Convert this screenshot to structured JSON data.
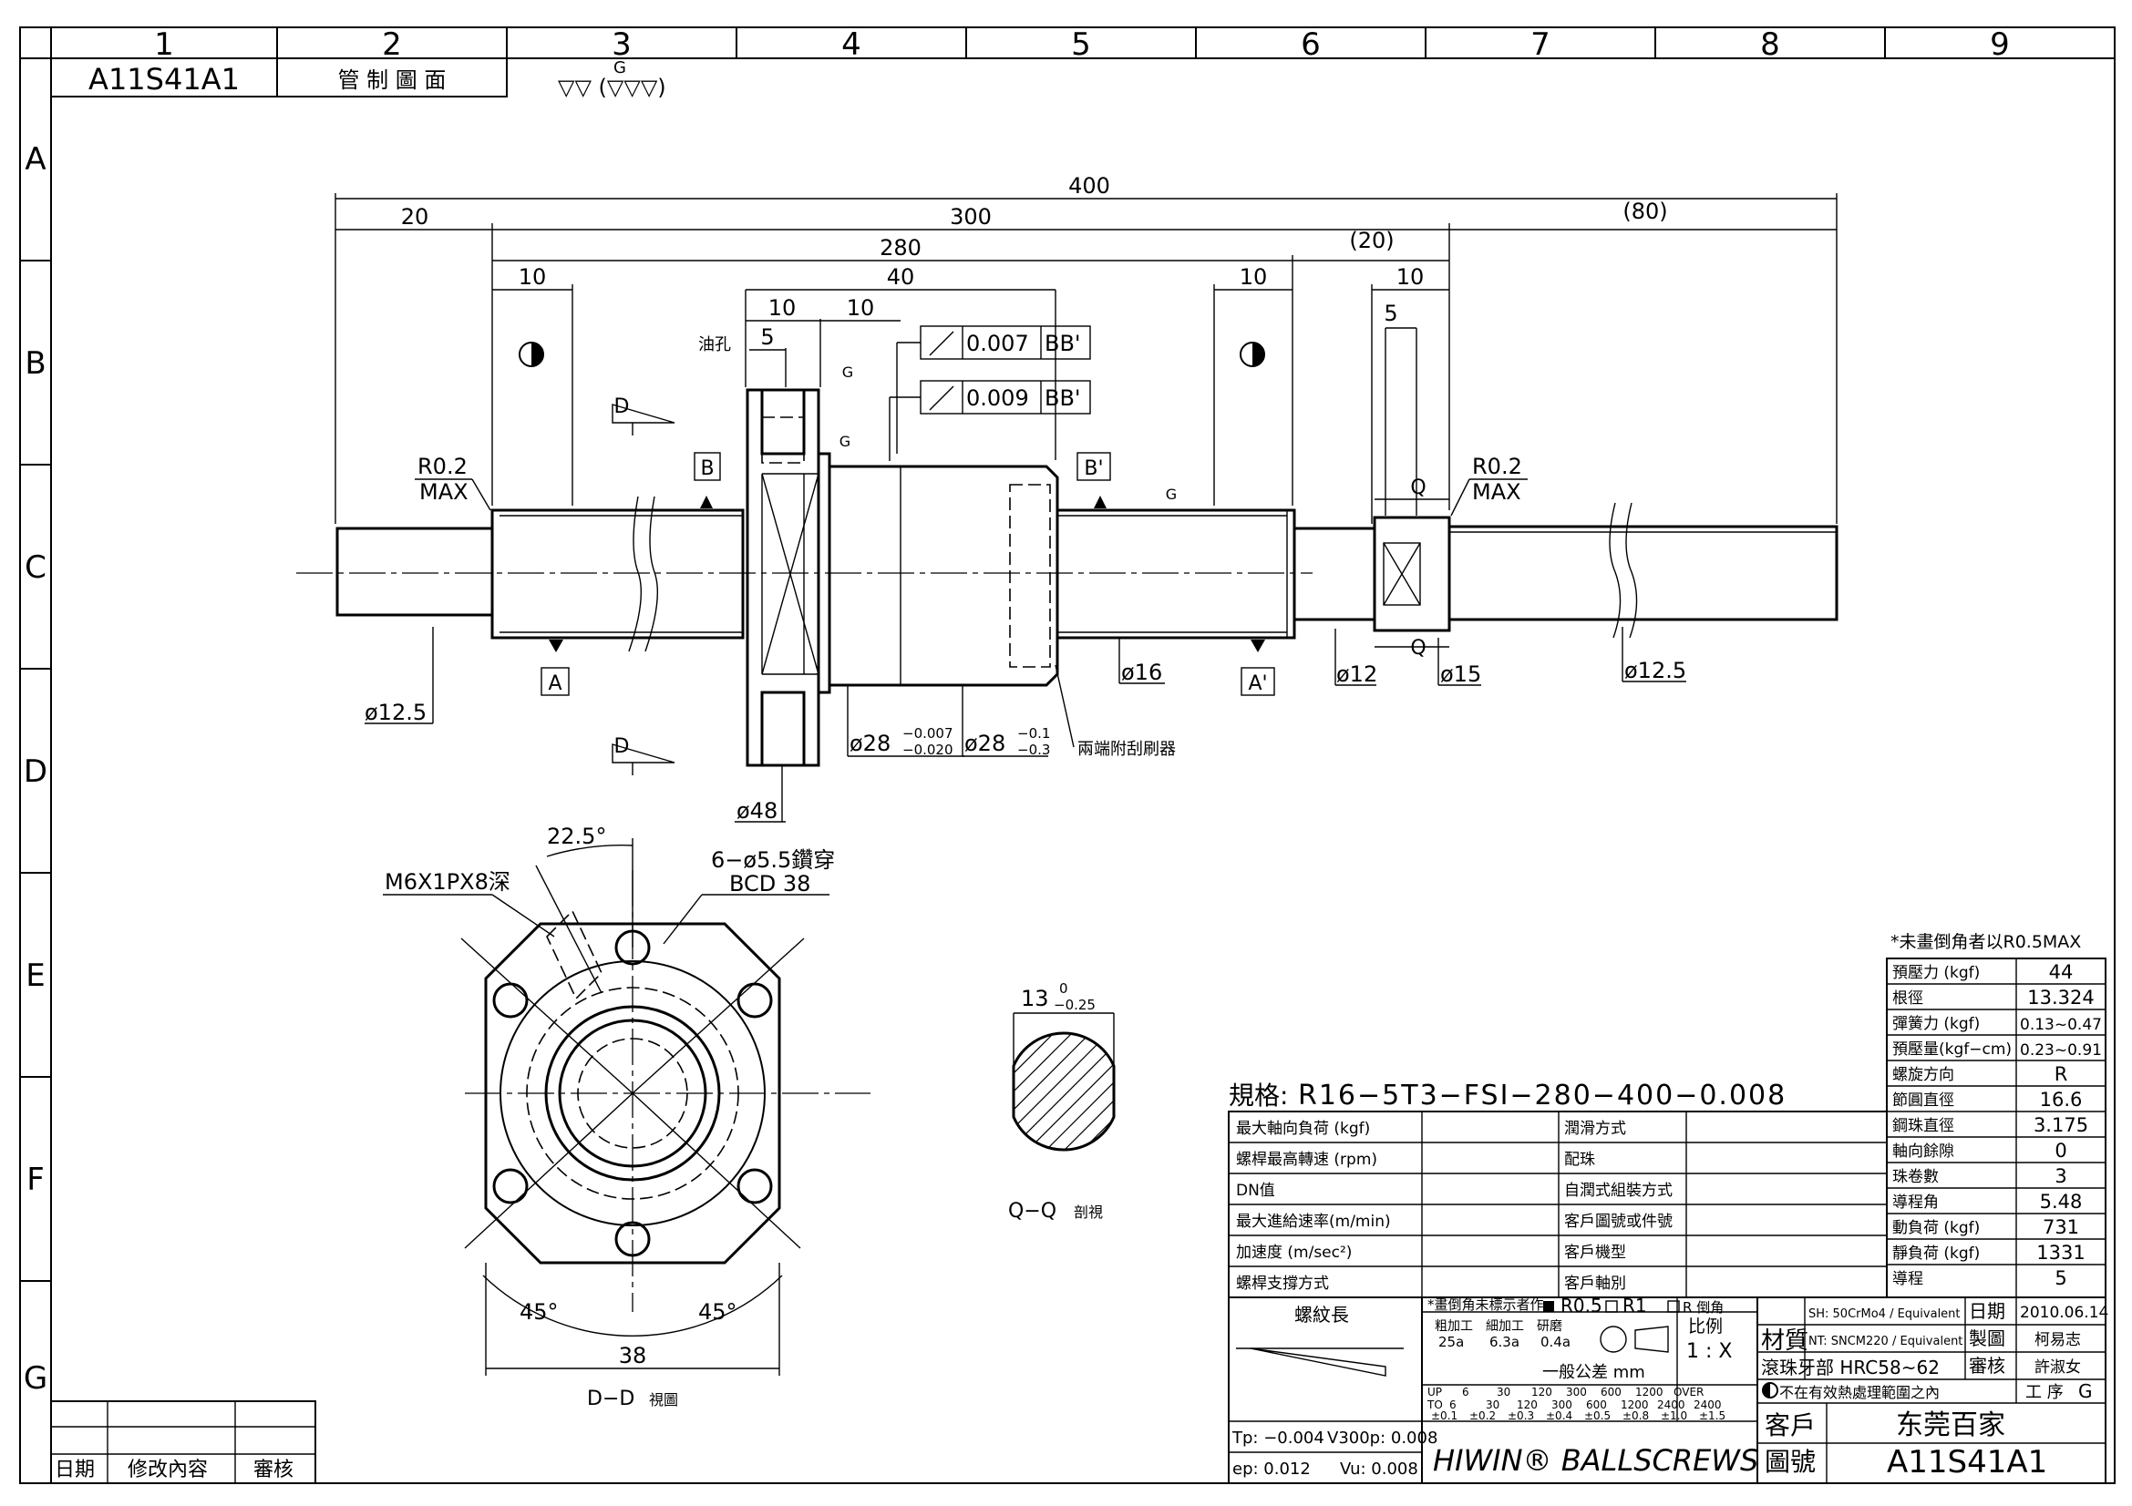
{
  "grid": {
    "columns": [
      "1",
      "2",
      "3",
      "4",
      "5",
      "6",
      "7",
      "8",
      "9"
    ],
    "rows": [
      "A",
      "B",
      "C",
      "D",
      "E",
      "F",
      "G"
    ]
  },
  "header": {
    "drawing_no": "A11S41A1",
    "control_label": "管 制 圖 面",
    "surface_symbol": "▽▽ (▽▽▽)",
    "surface_grade": "G"
  },
  "dimensions": {
    "overall": "400",
    "left_end": "20",
    "thread_len": "300",
    "right_end": "(80)",
    "effective": "280",
    "gap": "(20)",
    "d10a": "10",
    "d40": "40",
    "d10b": "10",
    "d10c": "10",
    "d10d": "10",
    "d10e": "10",
    "d5a": "5",
    "d5b": "5",
    "r_left": "R0.2",
    "r_left_max": "MAX",
    "r_right": "R0.2",
    "r_right_max": "MAX",
    "dia_left": "ø12.5",
    "dia_16": "ø16",
    "dia_28a": "ø28",
    "dia_28a_tol_up": "−0.007",
    "dia_28a_tol_lo": "−0.020",
    "dia_28b": "ø28",
    "dia_28b_tol_up": "−0.1",
    "dia_28b_tol_lo": "−0.3",
    "dia_12": "ø12",
    "dia_15": "ø15",
    "dia_right": "ø12.5",
    "dia_48": "ø48",
    "oil_hole": "油孔",
    "wiper_note": "兩端附刮刷器",
    "tol1": "0.007",
    "tol1_ref": "BB'",
    "tol2": "0.009",
    "tol2_ref": "BB'",
    "datum_a": "A",
    "datum_a2": "A'",
    "datum_b": "B",
    "datum_b2": "B'",
    "q_label": "Q",
    "d_label": "D",
    "g_label": "G"
  },
  "flange_view": {
    "angle": "22.5°",
    "tap_note": "M6X1PX8深",
    "holes_note": "6−ø5.5鑽穿",
    "bcd_note": "BCD 38",
    "angle_left": "45°",
    "angle_right": "45°",
    "width": "38",
    "caption": "D−D",
    "caption_suffix": "視圖"
  },
  "section_view": {
    "width": "13",
    "tol_up": "0",
    "tol_lo": "−0.25",
    "caption": "Q−Q",
    "caption_suffix": "剖視"
  },
  "spec": {
    "label": "規格:",
    "value": "R16−5T3−FSI−280−400−0.008",
    "chamfer_note": "*未畫倒角者以R0.5MAX",
    "left_rows": [
      [
        "最大軸向負荷 (kgf)",
        "",
        "潤滑方式",
        ""
      ],
      [
        "螺桿最高轉速 (rpm)",
        "",
        "配珠",
        ""
      ],
      [
        "DN值",
        "",
        "自潤式組裝方式",
        ""
      ],
      [
        "最大進給速率(m/min)",
        "",
        "客戶圖號或件號",
        ""
      ],
      [
        "加速度 (m/sec²)",
        "",
        "客戶機型",
        ""
      ],
      [
        "螺桿支撐方式",
        "",
        "客戶軸別",
        ""
      ]
    ],
    "right_rows": [
      [
        "預壓力 (kgf)",
        "44"
      ],
      [
        "根徑",
        "13.324"
      ],
      [
        "彈簧力 (kgf)",
        "0.13~0.47"
      ],
      [
        "預壓量(kgf−cm)",
        "0.23~0.91"
      ],
      [
        "螺旋方向",
        "R"
      ],
      [
        "節圓直徑",
        "16.6"
      ],
      [
        "鋼珠直徑",
        "3.175"
      ],
      [
        "軸向餘隙",
        "0"
      ],
      [
        "珠卷數",
        "3"
      ],
      [
        "導程角",
        "5.48"
      ],
      [
        "動負荷 (kgf)",
        "731"
      ],
      [
        "靜負荷 (kgf)",
        "1331"
      ],
      [
        "導程",
        "5"
      ]
    ]
  },
  "title_block": {
    "thread_len_label": "螺紋長",
    "chamfer_label": "*畫倒角未標示者作",
    "r05": "R0.5",
    "r1": "R1",
    "r_chamfer": "R 倒角",
    "rough": "粗加工",
    "fine": "細加工",
    "grind": "研磨",
    "rough_val": "25a",
    "fine_val": "6.3a",
    "grind_val": "0.4a",
    "scale_label": "比例",
    "scale_value": "1 : X",
    "general_tol": "一般公差 mm",
    "tol_up_row": [
      "UP",
      "6",
      "30",
      "120",
      "300",
      "600",
      "1200",
      "OVER"
    ],
    "tol_to_row": [
      "TO",
      "6",
      "30",
      "120",
      "300",
      "600",
      "1200",
      "2400",
      "2400"
    ],
    "tol_vals": [
      "±0.1",
      "±0.2",
      "±0.3",
      "±0.4",
      "±0.5",
      "±0.8",
      "±1.0",
      "±1.5"
    ],
    "tp": "Tp: −0.004",
    "v300p": "V300p: 0.008",
    "ep": "ep: 0.012",
    "vu": "Vu: 0.008",
    "material_label": "材質",
    "material_sh": "SH: 50CrMo4 / Equivalent",
    "material_nt": "NT: SNCM220 / Equivalent",
    "hardness": "滾珠牙部 HRC58~62",
    "heat_note": "不在有效熱處理範圍之內",
    "process_label": "工 序",
    "process_value": "G",
    "date_label": "日期",
    "date_value": "2010.06.14",
    "made_label": "製圖",
    "made_value": "柯易志",
    "check_label": "審核",
    "check_value": "許淑女",
    "logo": "HIWIN® BALLSCREWS",
    "customer_label": "客戶",
    "customer_value": "东莞百家",
    "drawing_label": "圖號",
    "drawing_value": "A11S41A1"
  },
  "revision_block": {
    "date": "日期",
    "content": "修改內容",
    "check": "審核"
  }
}
